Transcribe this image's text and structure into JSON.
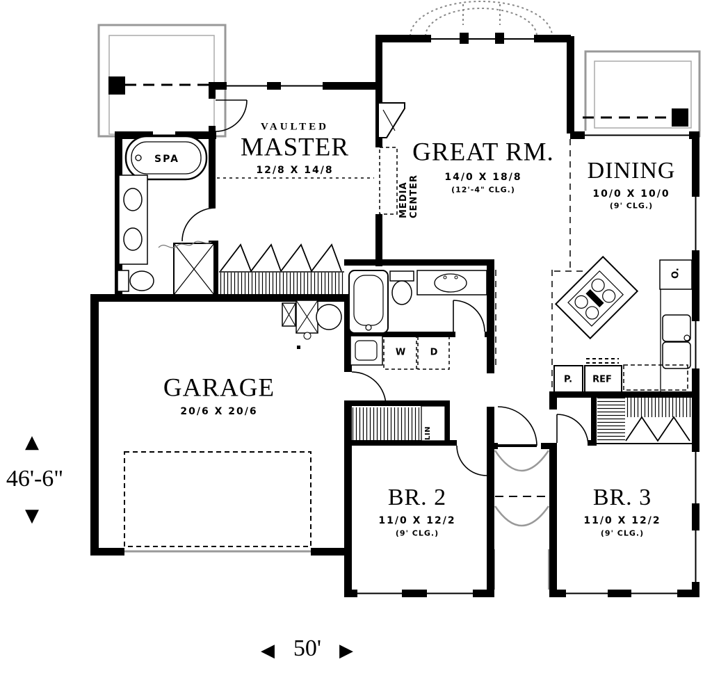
{
  "rooms": {
    "master": {
      "prefix": "VAULTED",
      "name": "MASTER",
      "dims": "12/8 X 14/8"
    },
    "great_room": {
      "name": "GREAT RM.",
      "dims": "14/0 X 18/8",
      "ceiling": "(12'-4\" CLG.)"
    },
    "dining": {
      "name": "DINING",
      "dims": "10/0 X 10/0",
      "ceiling": "(9' CLG.)"
    },
    "garage": {
      "name": "GARAGE",
      "dims": "20/6 X 20/6"
    },
    "bedroom2": {
      "name": "BR. 2",
      "dims": "11/0 X 12/2",
      "ceiling": "(9' CLG.)"
    },
    "bedroom3": {
      "name": "BR. 3",
      "dims": "11/0 X 12/2",
      "ceiling": "(9' CLG.)"
    }
  },
  "fixtures": {
    "spa": "SPA",
    "media_center_line1": "MEDIA",
    "media_center_line2": "CENTER",
    "washer": "W",
    "dryer": "D",
    "linen": "LIN",
    "pantry": "P.",
    "refrigerator": "REF",
    "oven": "O."
  },
  "dimensions": {
    "overall_width": "50'",
    "overall_height": "46'-6\""
  },
  "icons": {
    "arrow_up": "▲",
    "arrow_down": "▼",
    "arrow_left": "◀",
    "arrow_right": "▶"
  },
  "colors": {
    "wall": "#000000",
    "patio_line": "#999999",
    "background": "#ffffff"
  }
}
